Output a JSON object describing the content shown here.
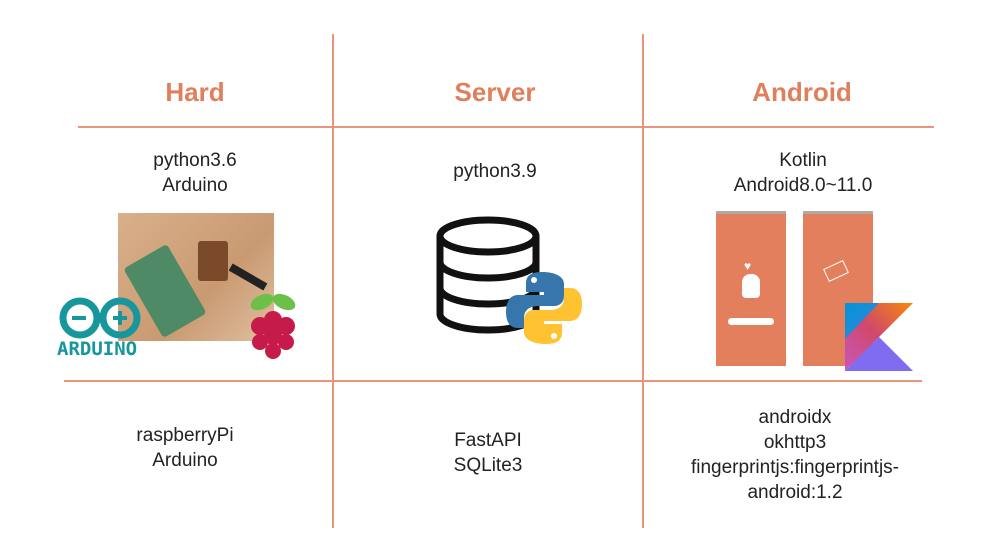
{
  "colors": {
    "accent": "#e07f5c",
    "grid": "#e8957a",
    "text": "#222222"
  },
  "columns": [
    {
      "header": "Hard",
      "top_lines": [
        "python3.6",
        "Arduino"
      ],
      "bottom_lines": [
        "raspberryPi",
        "Arduino"
      ],
      "image": {
        "name": "raspberry-pi-arduino-photo",
        "logos": [
          "arduino-logo",
          "raspberry-pi-logo"
        ],
        "arduino_text": "ARDUINO"
      }
    },
    {
      "header": "Server",
      "top_lines": [
        "python3.9"
      ],
      "bottom_lines": [
        "FastAPI",
        "SQLite3"
      ],
      "image": {
        "name": "database-python-icon"
      }
    },
    {
      "header": "Android",
      "top_lines": [
        "Kotlin",
        "Android8.0~11.0"
      ],
      "bottom_lines": [
        "androidx",
        "okhttp3",
        "fingerprintjs:fingerprintjs-",
        "android:1.2"
      ],
      "image": {
        "name": "android-app-screens-kotlin-logo"
      }
    }
  ]
}
